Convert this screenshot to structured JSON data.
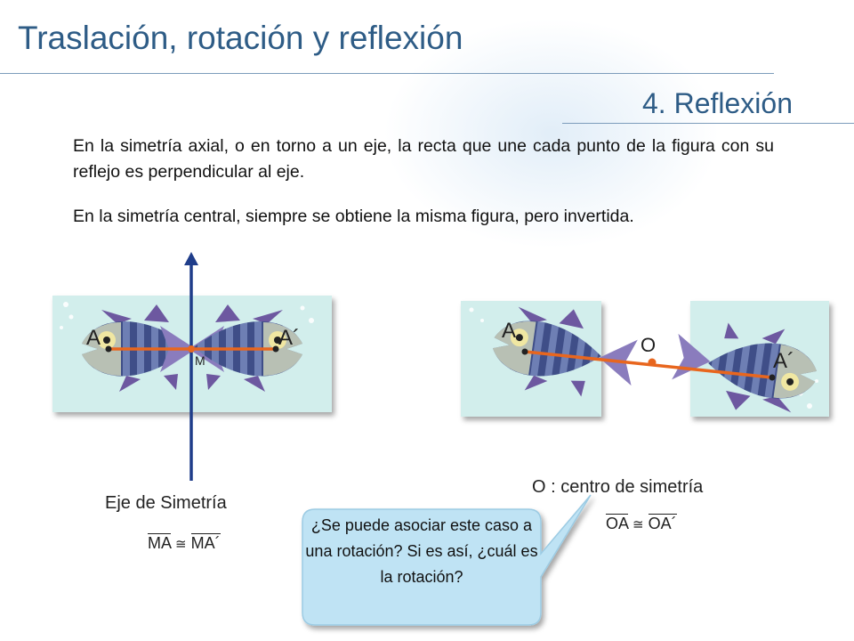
{
  "header": {
    "title": "Traslación, rotación y reflexión",
    "section": "4. Reflexión"
  },
  "body": {
    "paragraph_1": "En la simetría axial, o en torno a un eje, la recta que une cada punto de la figura con su reflejo es perpendicular al eje.",
    "paragraph_2": "En la simetría central, siempre se obtiene la misma figura, pero invertida."
  },
  "axial": {
    "point_a": "A",
    "point_a_prime": "A´",
    "midpoint": "M",
    "axis_caption": "Eje de Simetría",
    "formula_left": "MA",
    "formula_sign": "≅",
    "formula_right": "MA´"
  },
  "central": {
    "point_a": "A",
    "point_a_prime": "A´",
    "center": "O",
    "center_caption": "O : centro de simetría",
    "formula_left": "OA",
    "formula_sign": "≅",
    "formula_right": "OA´"
  },
  "callout": {
    "text": "¿Se puede asociar este caso a una rotación? Si es así, ¿cuál es la rotación?"
  },
  "colors": {
    "title": "#2e5c86",
    "tile": "#d2eeec",
    "segment": "#e8661e",
    "axis": "#1f3d8a",
    "callout": "#bfe3f4"
  }
}
